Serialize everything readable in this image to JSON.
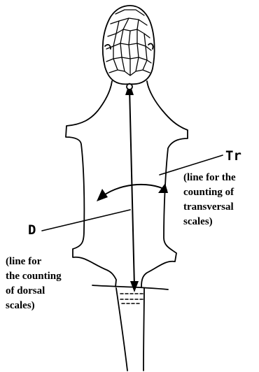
{
  "labels": {
    "tr_symbol": "Tr",
    "tr_caption": "(line for the\ncounting of\ntransversal\nscales)",
    "d_symbol": "D",
    "d_caption": "(line for\nthe counting\nof dorsal\nscales)"
  },
  "colors": {
    "ink": "#000000",
    "background": "#ffffff"
  }
}
